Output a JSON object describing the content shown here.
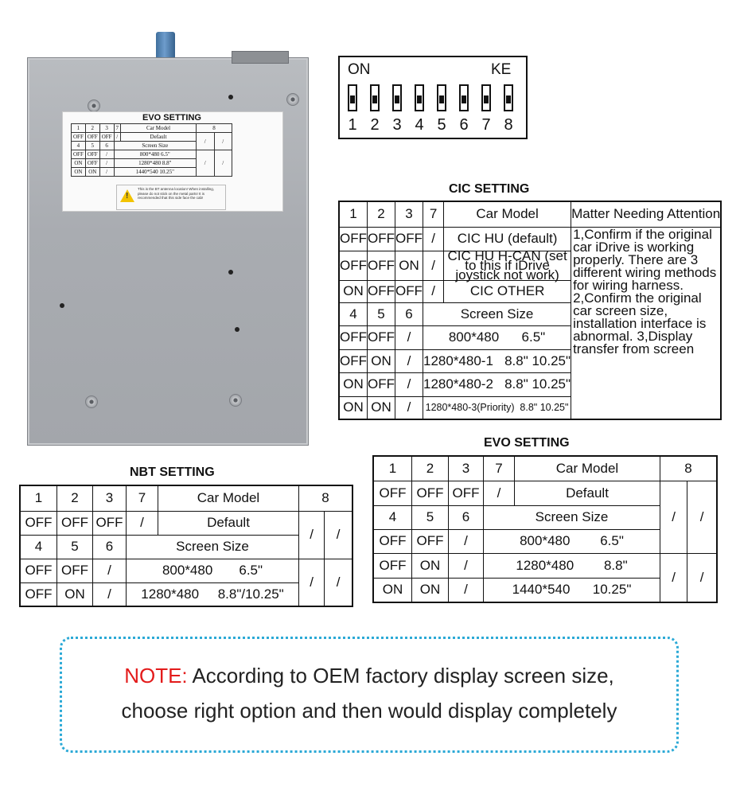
{
  "device": {
    "label_title": "EVO SETTING",
    "label_rows": [
      [
        "1",
        "2",
        "3",
        "7",
        "Car Model",
        "8"
      ],
      [
        "OFF",
        "OFF",
        "OFF",
        "/",
        "Default",
        "/",
        "/"
      ],
      [
        "4",
        "5",
        "6",
        "Screen Size"
      ],
      [
        "OFF",
        "OFF",
        "/",
        "800*480   6.5\""
      ],
      [
        "ON",
        "OFF",
        "/",
        "1280*480   8.8\""
      ],
      [
        "ON",
        "ON",
        "/",
        "1440*540  10.25\""
      ]
    ],
    "warning_text": "This is the BT antenna location! When installing, please do not stick on the metal parts! It is recommended that this side face the cab!"
  },
  "dip": {
    "on_label": "ON",
    "ke_label": "KE",
    "numbers": [
      "1",
      "2",
      "3",
      "4",
      "5",
      "6",
      "7",
      "8"
    ]
  },
  "cic": {
    "title": "CIC SETTING",
    "header": [
      "1",
      "2",
      "3",
      "7",
      "Car Model"
    ],
    "attention_header": "Matter Needing Attention",
    "attention_text": "1,Confirm if the original car iDrive is working properly. There are 3 different wiring methods for wiring harness. 2,Confirm the original car screen size, installation interface is abnormal. 3,Display transfer from screen",
    "model_rows": [
      [
        "OFF",
        "OFF",
        "OFF",
        "/",
        "CIC HU (default)"
      ],
      [
        "OFF",
        "OFF",
        "ON",
        "/",
        "CIC HU H-CAN (set to this if iDrive joystick not work)"
      ],
      [
        "ON",
        "OFF",
        "OFF",
        "/",
        "CIC OTHER"
      ]
    ],
    "size_header": [
      "4",
      "5",
      "6",
      "Screen  Size"
    ],
    "size_rows": [
      [
        "OFF",
        "OFF",
        "/",
        "800*480      6.5\""
      ],
      [
        "OFF",
        "ON",
        "/",
        "1280*480-1   8.8\" 10.25\""
      ],
      [
        "ON",
        "OFF",
        "/",
        "1280*480-2   8.8\" 10.25\""
      ],
      [
        "ON",
        "ON",
        "/",
        "1280*480-3(Priority)  8.8\" 10.25\""
      ]
    ]
  },
  "evo": {
    "title": "EVO SETTING",
    "header": [
      "1",
      "2",
      "3",
      "7",
      "Car Model",
      "8"
    ],
    "default_row": [
      "OFF",
      "OFF",
      "OFF",
      "/",
      "Default"
    ],
    "size_header": [
      "4",
      "5",
      "6",
      "Screen  Size"
    ],
    "size_rows": [
      [
        "OFF",
        "OFF",
        "/",
        "800*480        6.5\""
      ],
      [
        "OFF",
        "ON",
        "/",
        "1280*480        8.8\""
      ],
      [
        "ON",
        "ON",
        "/",
        "1440*540      10.25\""
      ]
    ],
    "slash": "/"
  },
  "nbt": {
    "title": "NBT SETTING",
    "header": [
      "1",
      "2",
      "3",
      "7",
      "Car Model",
      "8"
    ],
    "default_row": [
      "OFF",
      "OFF",
      "OFF",
      "/",
      "Default"
    ],
    "size_header": [
      "4",
      "5",
      "6",
      "Screen  Size"
    ],
    "size_rows": [
      [
        "OFF",
        "OFF",
        "/",
        "800*480       6.5\""
      ],
      [
        "OFF",
        "ON",
        "/",
        "1280*480     8.8\"/10.25\""
      ]
    ],
    "slash": "/"
  },
  "note": {
    "label": "NOTE:",
    "line1": "According to OEM factory display screen size,",
    "line2": "choose right option and then would display completely"
  },
  "colors": {
    "note_border": "#2ba9d6",
    "note_label": "#e31b1b",
    "device": "#a9acb1"
  }
}
